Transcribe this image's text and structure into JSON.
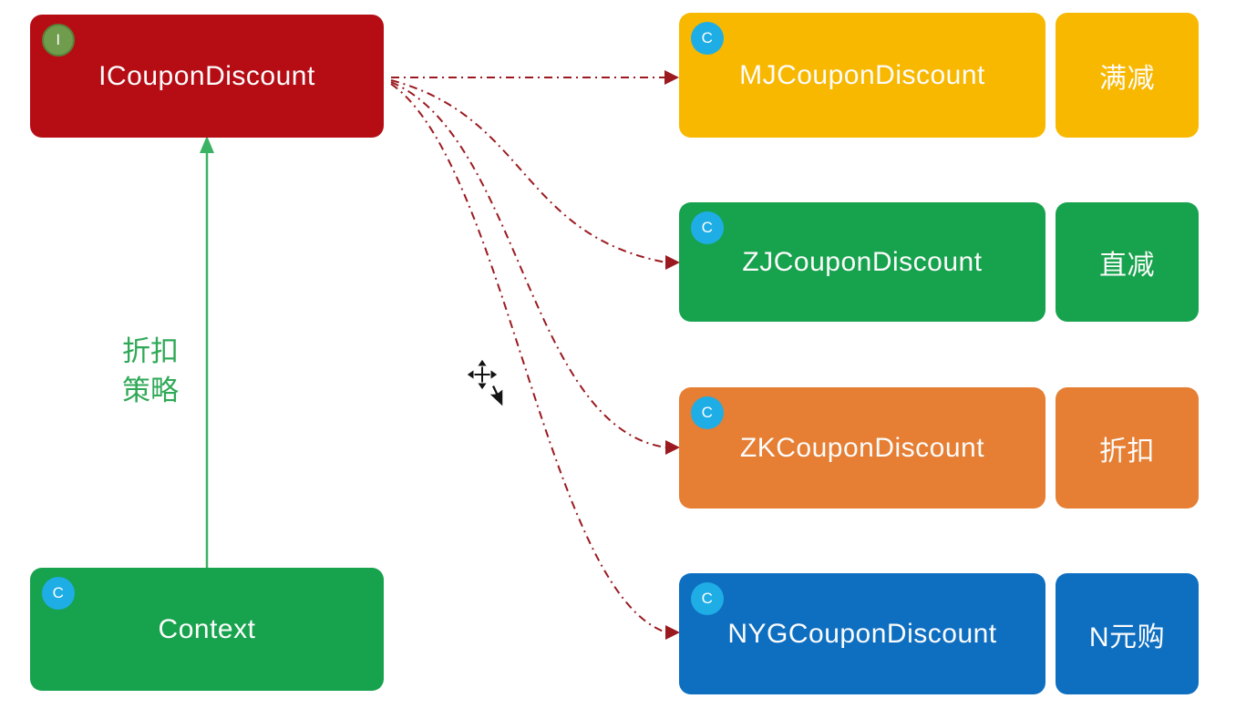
{
  "diagram": {
    "interface_node": {
      "badge": "I",
      "label": "ICouponDiscount",
      "color": "#b60d15",
      "badge_color": "#6f9c4d"
    },
    "context_node": {
      "badge": "C",
      "label": "Context",
      "color": "#17a24d"
    },
    "class_badge_color": "#1fade6",
    "relation_label": {
      "line1": "折扣",
      "line2": "策略",
      "color": "#2fa957"
    },
    "strategies": [
      {
        "badge": "C",
        "class_name": "MJCouponDiscount",
        "tag": "满减",
        "color": "#f8b800"
      },
      {
        "badge": "C",
        "class_name": "ZJCouponDiscount",
        "tag": "直减",
        "color": "#17a24d"
      },
      {
        "badge": "C",
        "class_name": "ZKCouponDiscount",
        "tag": "折扣",
        "color": "#e67e33"
      },
      {
        "badge": "C",
        "class_name": "NYGCouponDiscount",
        "tag": "N元购",
        "color": "#0e6fc1"
      }
    ],
    "arrows": {
      "dashed_color": "#9b1a20",
      "solid_color": "#3bb264"
    },
    "cursor": {
      "type": "move-pointer"
    }
  }
}
